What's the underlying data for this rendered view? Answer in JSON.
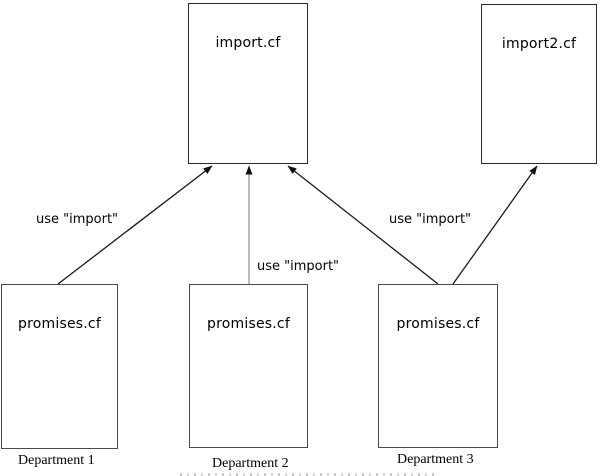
{
  "nodes": {
    "import1": {
      "label": "import.cf"
    },
    "import2": {
      "label": "import2.cf"
    },
    "promises1": {
      "label": "promises.cf"
    },
    "promises2": {
      "label": "promises.cf"
    },
    "promises3": {
      "label": "promises.cf"
    }
  },
  "captions": {
    "dept1": "Department 1",
    "dept2": "Department 2",
    "dept3": "Department 3"
  },
  "edge_labels": {
    "left": "use \"import\"",
    "middle": "use \"import\"",
    "right": "use \"import\""
  },
  "edges": [
    {
      "from": "promises1",
      "to": "import1",
      "label": "use \"import\""
    },
    {
      "from": "promises2",
      "to": "import1",
      "label": "use \"import\""
    },
    {
      "from": "promises3",
      "to": "import1",
      "label": "use \"import\""
    },
    {
      "from": "promises3",
      "to": "import2",
      "label": "use \"import\""
    }
  ],
  "colors": {
    "line": "#1a1a1a",
    "line_muted": "#8f8f8f",
    "box_border": "#4a4a4a",
    "text": "#000000",
    "background": "#ffffff"
  }
}
